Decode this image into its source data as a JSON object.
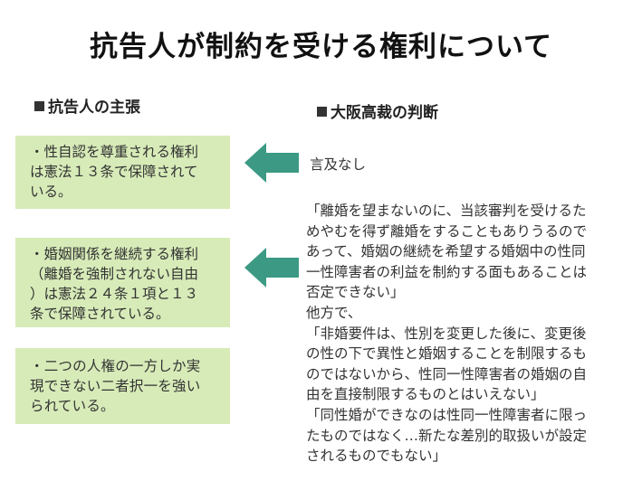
{
  "slide": {
    "title": "抗告人が制約を受ける権利について"
  },
  "left": {
    "heading": "抗告人の主張",
    "boxes": [
      {
        "lines": [
          "・性自認を尊重される権利",
          "は憲法１３条で保障されて",
          "いる。"
        ]
      },
      {
        "lines": [
          "・婚姻関係を継続する権利",
          "（離婚を強制されない自由",
          "）は憲法２４条１項と１３",
          "条で保障されている。"
        ]
      },
      {
        "lines": [
          "・二つの人権の一方しか実",
          "現できない二者択一を強い",
          "られている。"
        ]
      }
    ]
  },
  "right": {
    "heading": "大阪高裁の判断",
    "no_mention": "言及なし",
    "lines": [
      "「離婚を望まないのに、当該審判を受けるた",
      "めやむを得ず離婚をすることもありうるので",
      "あって、婚姻の継続を希望する婚姻中の性同",
      "一性障害者の利益を制約する面もあることは",
      "否定できない」",
      "他方で、",
      "「非婚要件は、性別を変更した後に、変更後",
      "の性の下で異性と婚姻することを制限するも",
      "のではないから、性同一性障害者の婚姻の自",
      "由を直接制限するものとはいえない」",
      "「同性婚ができなのは性同一性障害者に限っ",
      "たものではなく…新たな差別的取扱いが設定",
      "されるものでもない」"
    ]
  },
  "colors": {
    "box_fill": "#d7ebb8",
    "arrow": "#3c9a84"
  },
  "icons": {
    "arrow": "left-arrow-icon",
    "bullet": "square-bullet-icon"
  }
}
